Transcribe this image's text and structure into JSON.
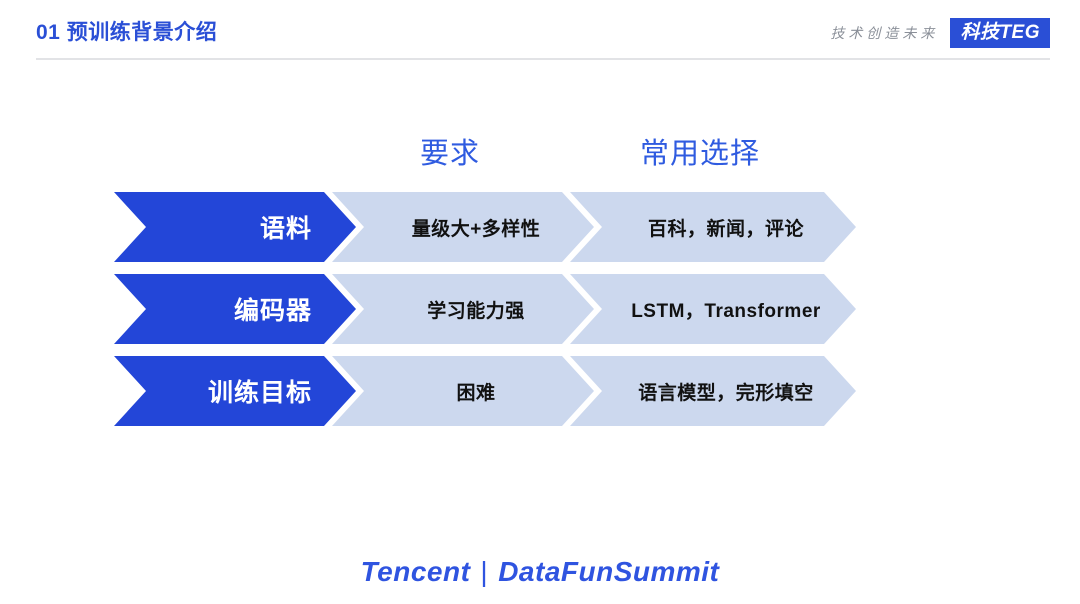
{
  "header": {
    "title": "01 预训练背景介绍",
    "slogan": "技术创造未来",
    "badge": "科技TEG",
    "accent_color": "#2a4fd6",
    "rule_color": "#e2e3e6"
  },
  "columns": {
    "requirement_header": "要求",
    "choices_header": "常用选择"
  },
  "diagram": {
    "primary_color": "#2346d8",
    "secondary_color": "#ccd8ee",
    "rows": [
      {
        "stage": "语料",
        "requirement": "量级大+多样性",
        "choices": "百科，新闻，评论"
      },
      {
        "stage": "编码器",
        "requirement": "学习能力强",
        "choices": "LSTM，Transformer"
      },
      {
        "stage": "训练目标",
        "requirement": "困难",
        "choices": "语言模型，完形填空"
      }
    ]
  },
  "footer": {
    "brand": "Tencent",
    "separator": "|",
    "event": "DataFunSummit",
    "color": "#2f54e0"
  }
}
